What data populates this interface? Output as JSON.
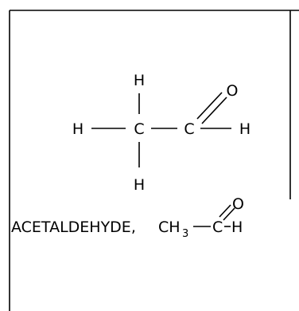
{
  "molecule": {
    "atoms": {
      "h_top": "H",
      "h_left": "H",
      "c_methyl": "C",
      "c_carbonyl": "C",
      "o_carbonyl": "O",
      "h_right": "H",
      "h_bottom": "H"
    }
  },
  "caption": {
    "name": "ACETALDEHYDE,",
    "formula_ch": "CH",
    "formula_sub": "3",
    "formula_dash": "–",
    "formula_c": "C",
    "formula_o": "O",
    "formula_h": "H"
  },
  "colors": {
    "stroke": "#000000",
    "background": "#ffffff"
  }
}
